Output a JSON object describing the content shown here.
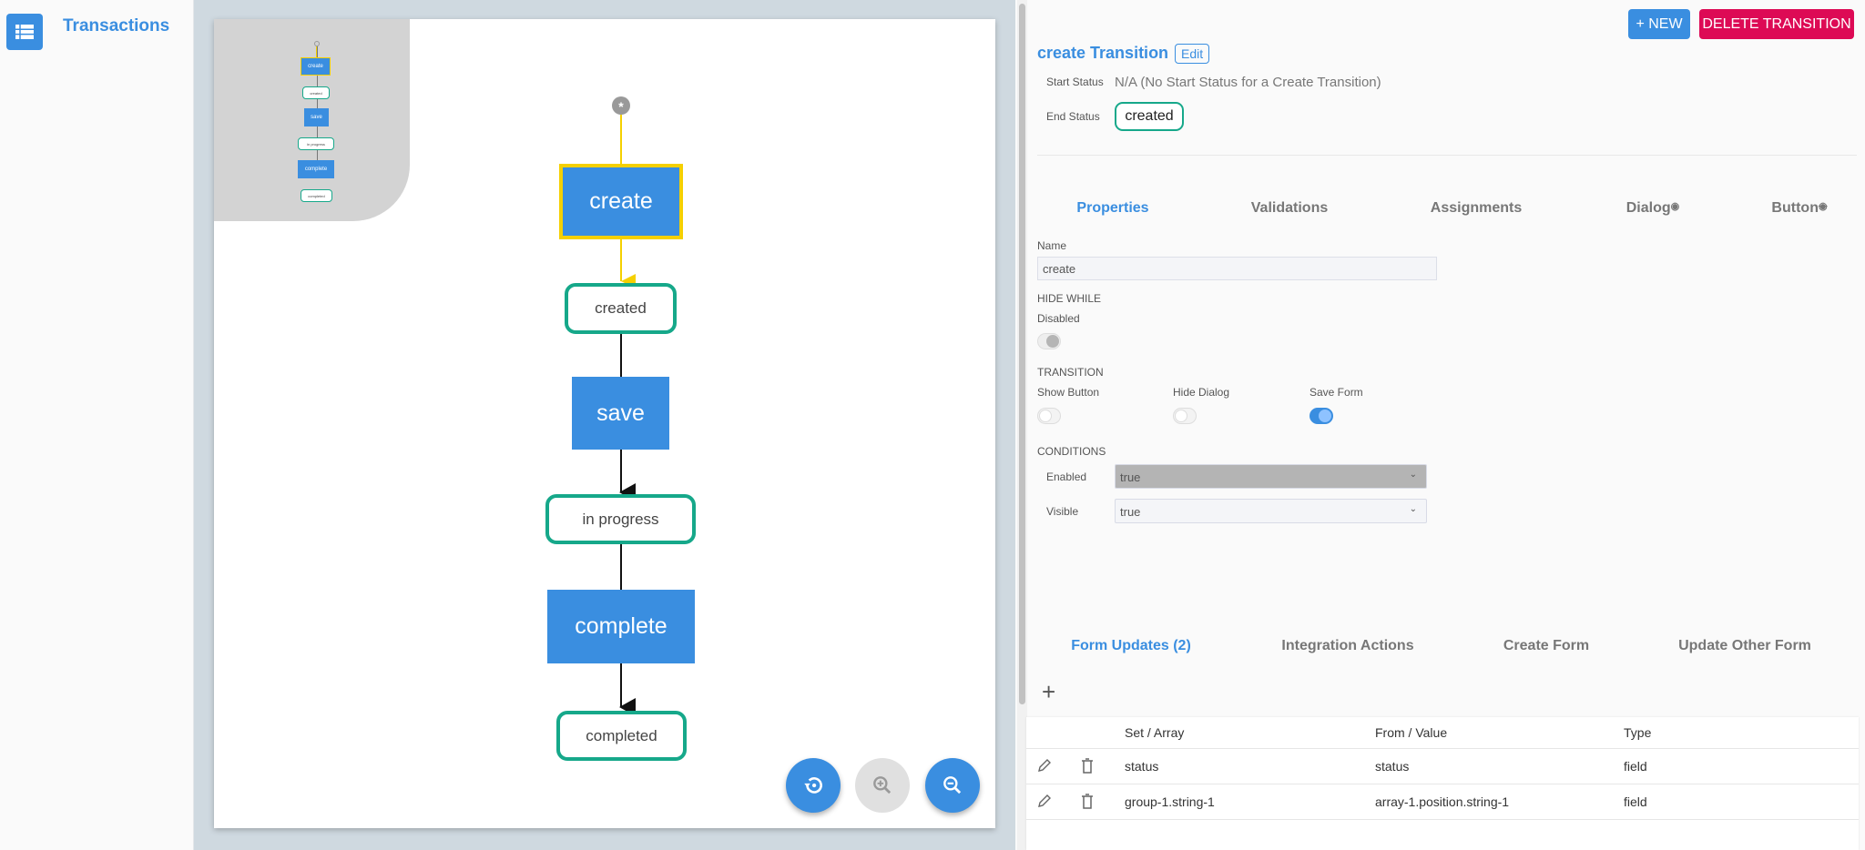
{
  "sidebar": {
    "title": "Transactions",
    "icon": "table-list-icon"
  },
  "minimap": {
    "nodes": [
      "create",
      "created",
      "save",
      "in progress",
      "complete",
      "completed"
    ]
  },
  "diagram": {
    "start_symbol": "*",
    "transitions": [
      "create",
      "save",
      "complete"
    ],
    "statuses": [
      "created",
      "in progress",
      "completed"
    ],
    "selected": "create",
    "colors": {
      "transition": "#3a8ee0",
      "status_border": "#16a88a",
      "selected_border": "#f5d000"
    }
  },
  "canvas_controls": {
    "reset": "restore-icon",
    "zoom_in": "zoom-in-icon",
    "zoom_out": "zoom-out-icon"
  },
  "header": {
    "new_label": "+ NEW",
    "delete_label": "DELETE TRANSITION",
    "title": "create Transition",
    "edit_label": "Edit",
    "start_status_label": "Start Status",
    "start_status_value": "N/A (No Start Status for a Create Transition)",
    "end_status_label": "End Status",
    "end_status_value": "created"
  },
  "tabs": [
    {
      "label": "Properties",
      "active": true
    },
    {
      "label": "Validations"
    },
    {
      "label": "Assignments"
    },
    {
      "label": "Dialog",
      "icon": "eye-icon"
    },
    {
      "label": "Button",
      "icon": "eye-off-icon"
    }
  ],
  "properties": {
    "name_label": "Name",
    "name_value": "create",
    "hide_while_label": "HIDE WHILE",
    "disabled_label": "Disabled",
    "disabled_on": false,
    "transition_label": "TRANSITION",
    "show_button_label": "Show Button",
    "show_button_on": false,
    "hide_dialog_label": "Hide Dialog",
    "hide_dialog_on": false,
    "save_form_label": "Save Form",
    "save_form_on": true,
    "conditions_label": "CONDITIONS",
    "enabled_label": "Enabled",
    "enabled_value": "true",
    "visible_label": "Visible",
    "visible_value": "true"
  },
  "bottom_tabs": [
    {
      "label": "Form Updates (2)",
      "active": true
    },
    {
      "label": "Integration Actions"
    },
    {
      "label": "Create Form"
    },
    {
      "label": "Update Other Form"
    }
  ],
  "table": {
    "columns": [
      "Set / Array",
      "From / Value",
      "Type"
    ],
    "rows": [
      [
        "status",
        "status",
        "field"
      ],
      [
        "group-1.string-1",
        "array-1.position.string-1",
        "field"
      ]
    ]
  }
}
